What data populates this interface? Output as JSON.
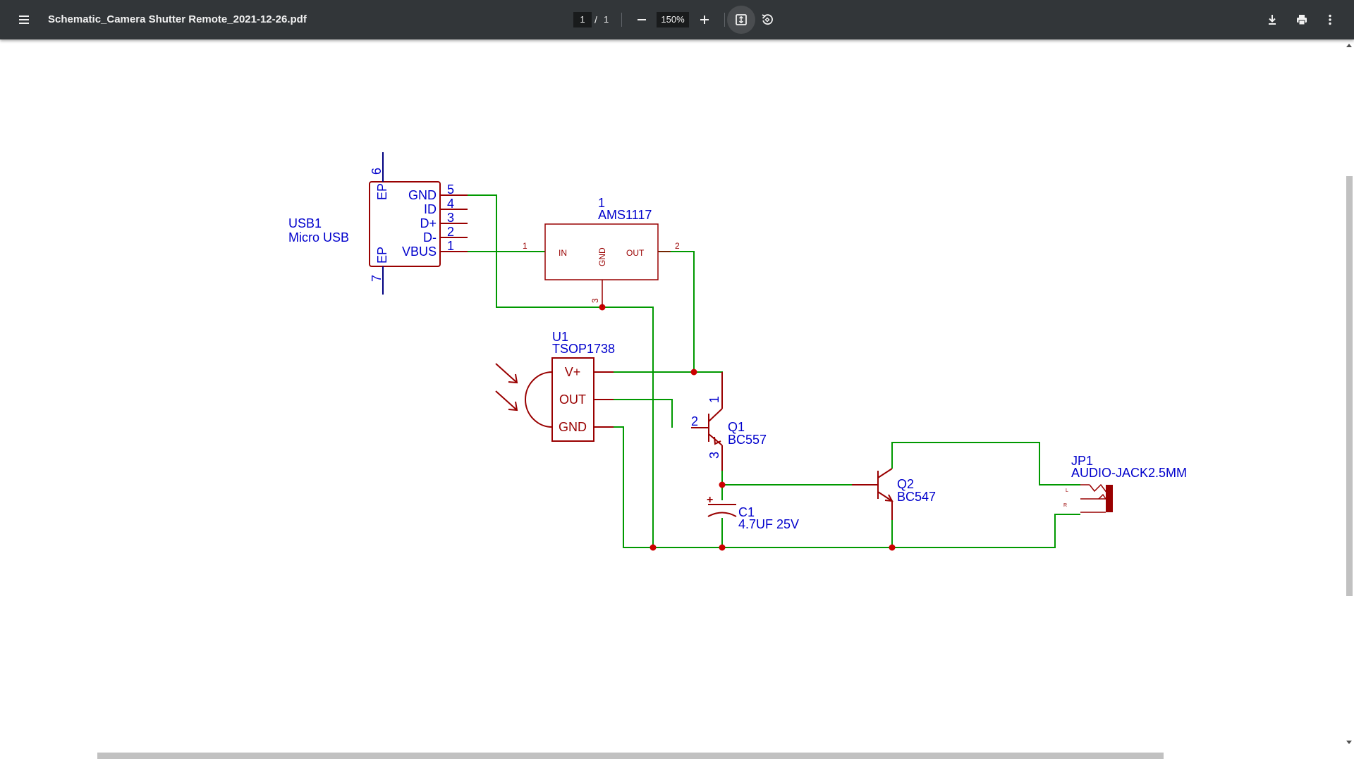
{
  "viewer": {
    "file_name": "Schematic_Camera Shutter Remote_2021-12-26.pdf",
    "page_current": "1",
    "page_separator": "/",
    "page_total": "1",
    "zoom": "150%",
    "icons": {
      "menu": "menu-icon",
      "zoom_out": "minus-icon",
      "zoom_in": "plus-icon",
      "fit": "fit-to-page-icon",
      "rotate": "rotate-counterclockwise-icon",
      "download": "download-icon",
      "print": "print-icon",
      "more": "more-vertical-icon"
    }
  },
  "colors": {
    "toolbar": "#323639",
    "wire": "#009900",
    "component": "#990000",
    "label": "#0000cc",
    "junction": "#cc0000"
  },
  "schematic": {
    "usb": {
      "designator": "USB1",
      "value": "Micro USB",
      "pins": [
        {
          "name": "GND",
          "number": "5"
        },
        {
          "name": "ID",
          "number": "4"
        },
        {
          "name": "D+",
          "number": "3"
        },
        {
          "name": "D-",
          "number": "2"
        },
        {
          "name": "VBUS",
          "number": "1"
        }
      ],
      "ep_top_number": "6",
      "ep_top_name": "EP",
      "ep_bottom_number": "7",
      "ep_bottom_name": "EP"
    },
    "regulator": {
      "designator": "1",
      "value": "AMS1117",
      "pin_in": "IN",
      "pin_gnd": "GND",
      "pin_out": "OUT",
      "pin_in_number": "1",
      "pin_out_number": "2",
      "pin_gnd_number": "3"
    },
    "ir_receiver": {
      "designator": "U1",
      "value": "TSOP1738",
      "pins": [
        "V+",
        "OUT",
        "GND"
      ]
    },
    "q1": {
      "designator": "Q1",
      "value": "BC557",
      "pin_emitter": "1",
      "pin_base": "2",
      "pin_collector": "3"
    },
    "q2": {
      "designator": "Q2",
      "value": "BC547"
    },
    "c1": {
      "designator": "C1",
      "value": "4.7UF 25V",
      "polarity": "+"
    },
    "jack": {
      "designator": "JP1",
      "value": "AUDIO-JACK2.5MM",
      "pin_l": "L",
      "pin_r": "R"
    }
  }
}
